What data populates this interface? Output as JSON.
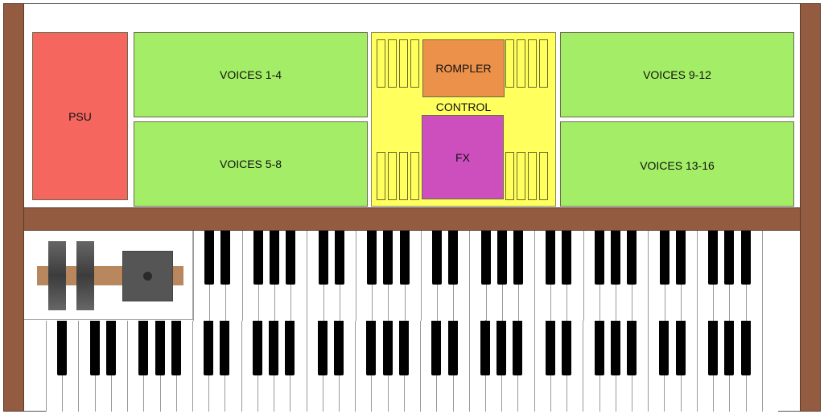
{
  "blocks": {
    "psu": "PSU",
    "voices_1_4": "VOICES 1-4",
    "voices_5_8": "VOICES 5-8",
    "voices_9_12": "VOICES 9-12",
    "voices_13_16": "VOICES 13-16",
    "control": "CONTROL",
    "rompler": "ROMPLER",
    "fx": "FX"
  },
  "colors": {
    "wood": "#935b3f",
    "psu": "#f4665e",
    "voices": "#a3ee66",
    "control": "#ffff5e",
    "rompler": "#ec914a",
    "fx": "#cd4fbd"
  },
  "keyboards": {
    "upper": {
      "start_note": "C",
      "white_keys": 36
    },
    "lower": {
      "start_note": "A",
      "white_keys": 45
    }
  }
}
